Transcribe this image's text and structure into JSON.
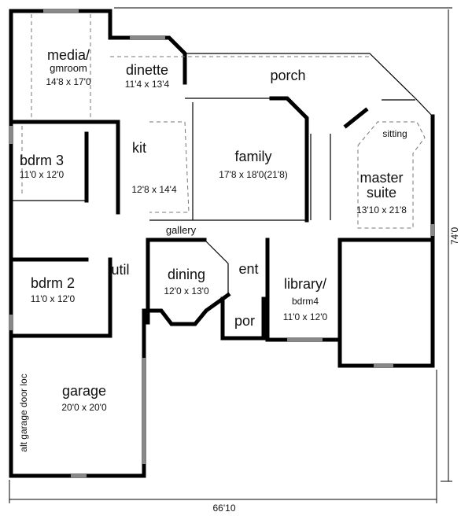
{
  "rooms": {
    "media": {
      "name": "media/",
      "sub": "gmroom",
      "size": "14'8 x 17'0"
    },
    "dinette": {
      "name": "dinette",
      "size": "11'4 x 13'4"
    },
    "porch": {
      "name": "porch"
    },
    "kit": {
      "name": "kit",
      "size": "12'8 x 14'4"
    },
    "family": {
      "name": "family",
      "size": "17'8 x 18'0(21'8)"
    },
    "sitting": {
      "name": "sitting"
    },
    "master": {
      "name": "master",
      "sub": "suite",
      "size": "13'10 x 21'8"
    },
    "bdrm3": {
      "name": "bdrm 3",
      "size": "11'0 x 12'0"
    },
    "gallery": {
      "name": "gallery"
    },
    "util": {
      "name": "util"
    },
    "dining": {
      "name": "dining",
      "size": "12'0 x 13'0"
    },
    "ent": {
      "name": "ent"
    },
    "por": {
      "name": "por"
    },
    "library": {
      "name": "library/",
      "sub": "bdrm4",
      "size": "11'0 x 12'0"
    },
    "bdrm2": {
      "name": "bdrm 2",
      "size": "11'0 x 12'0"
    },
    "garage": {
      "name": "garage",
      "size": "20'0 x 20'0"
    }
  },
  "annotations": {
    "alt_garage": "alt garage door loc"
  },
  "dimensions": {
    "width": "66'10",
    "depth": "74'0"
  }
}
